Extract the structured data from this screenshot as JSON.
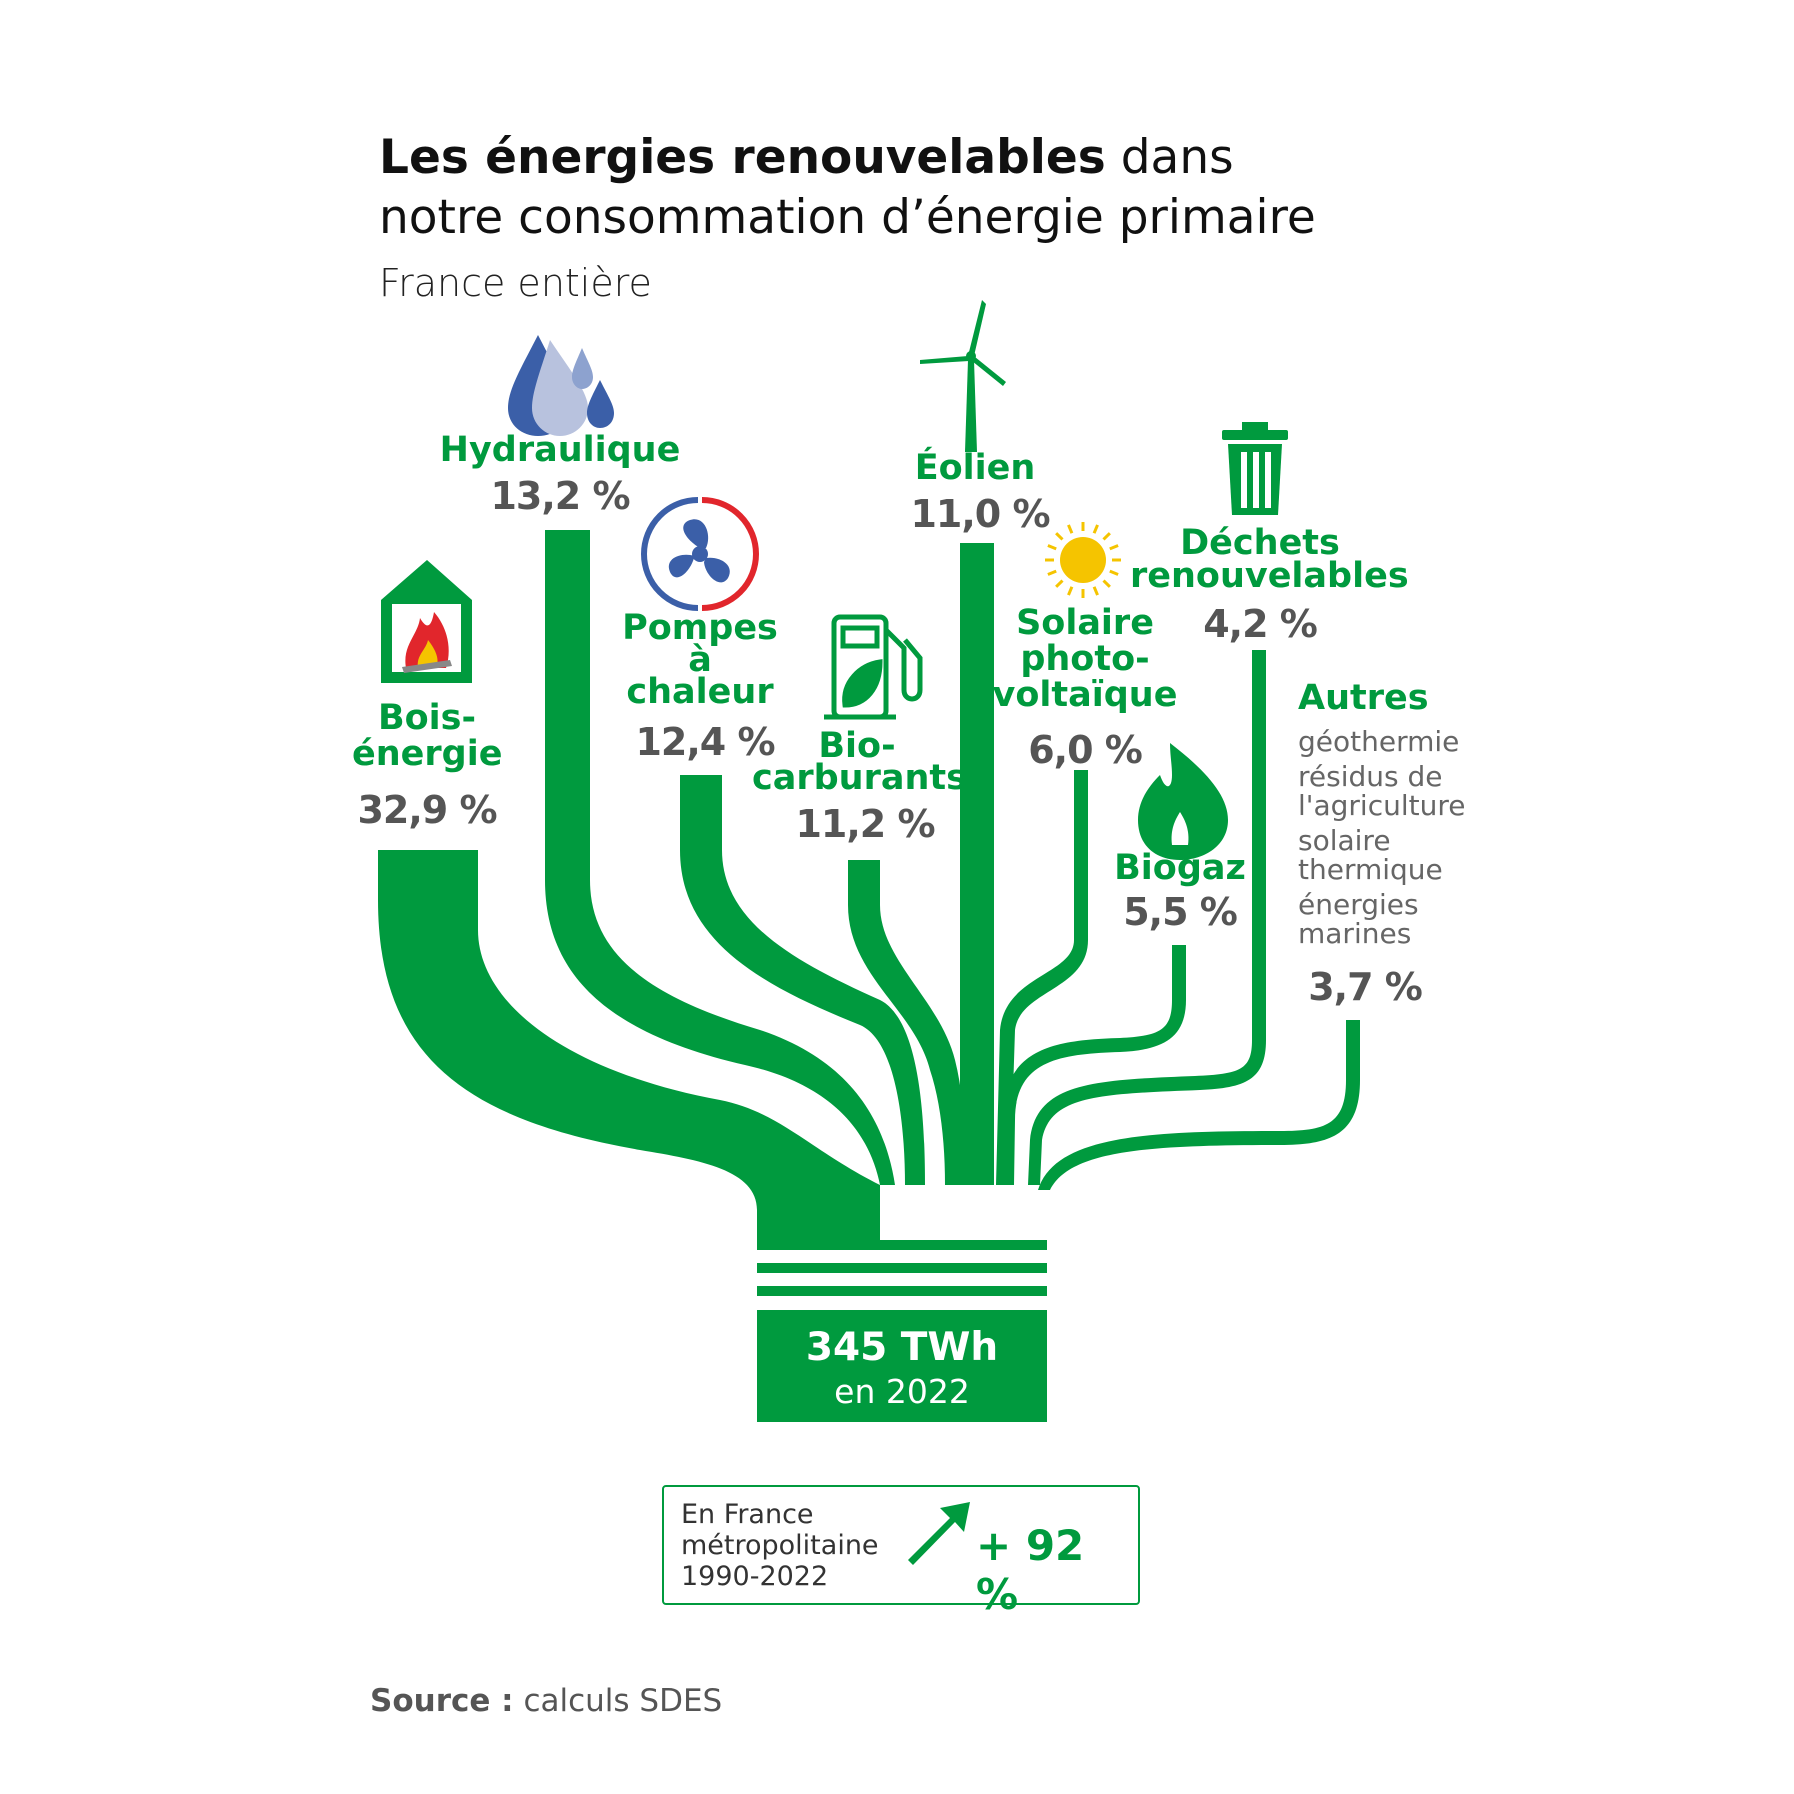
{
  "title": {
    "bold": "Les énergies renouvelables",
    "rest": "dans notre consommation d’énergie primaire"
  },
  "subtitle": "France entière",
  "chart_data": {
    "type": "sankey",
    "unit": "%",
    "sources": [
      {
        "label": "Bois-énergie",
        "value": 32.9,
        "display": "32,9 %",
        "icon": "wood-fire-house-icon"
      },
      {
        "label": "Hydraulique",
        "value": 13.2,
        "display": "13,2 %",
        "icon": "water-drops-icon"
      },
      {
        "label": "Pompes à chaleur",
        "value": 12.4,
        "display": "12,4 %",
        "icon": "heat-pump-fan-icon"
      },
      {
        "label": "Biocarburants",
        "value": 11.2,
        "display": "11,2 %",
        "icon": "fuel-pump-leaf-icon"
      },
      {
        "label": "Éolien",
        "value": 11.0,
        "display": "11,0 %",
        "icon": "wind-turbine-icon"
      },
      {
        "label": "Solaire photovoltaïque",
        "value": 6.0,
        "display": "6,0 %",
        "icon": "sun-icon"
      },
      {
        "label": "Biogaz",
        "value": 5.5,
        "display": "5,5 %",
        "icon": "gas-flame-icon"
      },
      {
        "label": "Déchets renouvelables",
        "value": 4.2,
        "display": "4,2 %",
        "icon": "trash-bin-icon"
      },
      {
        "label": "Autres",
        "value": 3.7,
        "display": "3,7 %",
        "details": [
          "géothermie",
          "résidus de l'agriculture",
          "solaire thermique",
          "énergies marines"
        ]
      }
    ],
    "total": {
      "value": "345 TWh",
      "year": "en 2022"
    }
  },
  "labels": {
    "bois": [
      "Bois-",
      "énergie"
    ],
    "hydraulique": [
      "Hydraulique"
    ],
    "pompes": [
      "Pompes",
      "à",
      "chaleur"
    ],
    "biocarburants": [
      "Bio-",
      "carburants"
    ],
    "eolien": [
      "Éolien"
    ],
    "solaire": [
      "Solaire",
      "photo-",
      "voltaïque"
    ],
    "biogaz": [
      "Biogaz"
    ],
    "dechets": [
      "Déchets",
      "renouvelables"
    ],
    "autres": [
      "Autres"
    ],
    "autres_details": [
      "géothermie",
      "résidus de",
      "l'agriculture",
      "solaire",
      "thermique",
      "énergies",
      "marines"
    ]
  },
  "evolution": {
    "text": [
      "En France",
      "métropolitaine",
      "1990-2022"
    ],
    "value": "+ 92 %"
  },
  "source": {
    "bold": "Source :",
    "rest": "calculs SDES"
  },
  "colors": {
    "green": "#009a3e",
    "value_grey": "#555555",
    "blue": "#3b5fa8",
    "red": "#e1262c",
    "sun": "#f5c400"
  }
}
